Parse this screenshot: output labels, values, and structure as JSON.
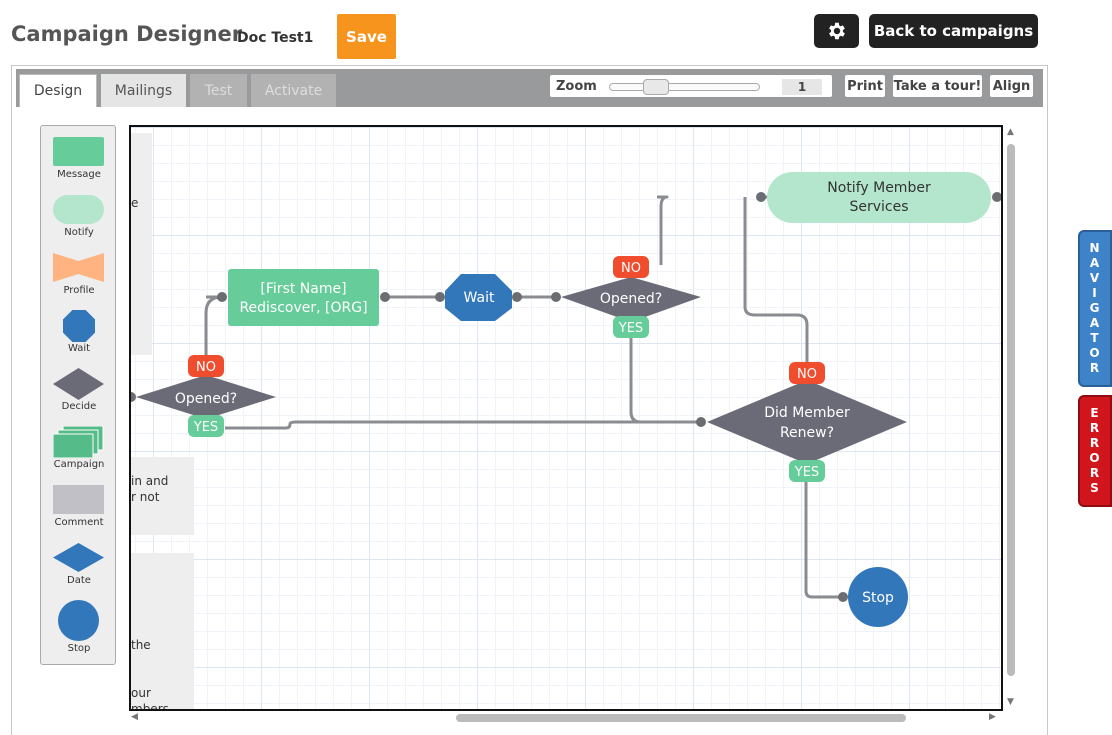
{
  "header": {
    "app_title": "Campaign Designer",
    "doc_name": "Doc Test1",
    "save_label": "Save",
    "back_label": "Back to campaigns",
    "settings_icon": "gear-icon"
  },
  "tabs": [
    {
      "label": "Design",
      "state": "active"
    },
    {
      "label": "Mailings",
      "state": "enabled"
    },
    {
      "label": "Test",
      "state": "disabled"
    },
    {
      "label": "Activate",
      "state": "disabled"
    }
  ],
  "toolbar": {
    "zoom_label": "Zoom",
    "zoom_value": "1",
    "print_label": "Print",
    "tour_label": "Take a tour!",
    "align_label": "Align"
  },
  "palette": [
    {
      "label": "Message",
      "color": "#66cc99"
    },
    {
      "label": "Notify",
      "color": "#b3e6cc"
    },
    {
      "label": "Profile",
      "color": "#ffb380"
    },
    {
      "label": "Wait",
      "color": "#3377bb"
    },
    {
      "label": "Decide",
      "color": "#6b6b78"
    },
    {
      "label": "Campaign",
      "color": "#55bb88"
    },
    {
      "label": "Comment",
      "color": "#c0c0c6"
    },
    {
      "label": "Date",
      "color": "#3377bb"
    },
    {
      "label": "Stop",
      "color": "#3377bb"
    }
  ],
  "notes": {
    "note1": "e",
    "note2_line1": "in and",
    "note2_line2": "r not",
    "note3_line1": "the",
    "note3_line2": "our",
    "note3_line3": "mbers"
  },
  "flow": {
    "message_line1": "[First Name]",
    "message_line2": "Rediscover, [ORG]",
    "wait": "Wait",
    "decide1": "Opened?",
    "decide2": "Opened?",
    "notify_line1": "Notify Member",
    "notify_line2": "Services",
    "decide3_line1": "Did Member",
    "decide3_line2": "Renew?",
    "stop": "Stop",
    "no": "NO",
    "yes": "YES"
  },
  "side_panels": {
    "navigator": "NAVIGATOR",
    "errors": "ERRORS"
  },
  "colors": {
    "save": "#f7941d",
    "no_badge": "#f04c2e",
    "yes_badge": "#66cc99",
    "connector": "#8a8c91",
    "decide": "#6b6b78",
    "wait": "#3377bb",
    "navigator": "#3e82c8",
    "errors": "#d0161c"
  }
}
